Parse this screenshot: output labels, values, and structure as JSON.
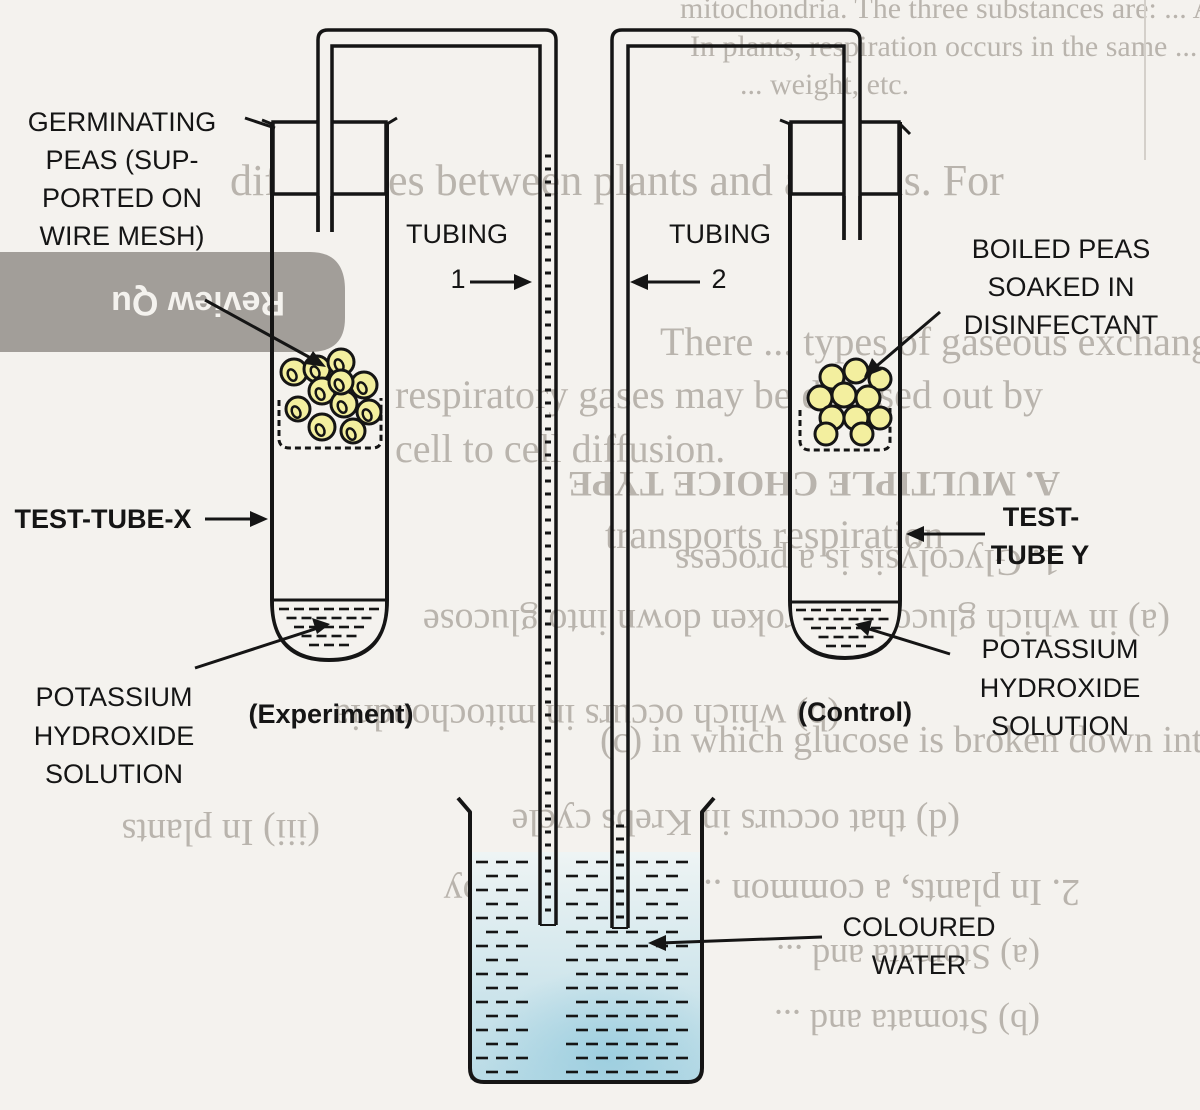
{
  "diagram": {
    "labels": {
      "germinating_peas": [
        "GERMINATING",
        "PEAS (SUP-",
        "PORTED ON",
        "WIRE MESH)"
      ],
      "tubing_1": [
        "TUBING",
        "1"
      ],
      "tubing_2": [
        "TUBING",
        "2"
      ],
      "boiled_peas": [
        "BOILED PEAS",
        "SOAKED IN",
        "DISINFECTANT"
      ],
      "test_tube_x": "TEST-TUBE-X",
      "test_tube_y": [
        "TEST-",
        "TUBE Y"
      ],
      "koh_left": [
        "POTASSIUM",
        "HYDROXIDE",
        "SOLUTION"
      ],
      "koh_right": [
        "POTASSIUM",
        "HYDROXIDE",
        "SOLUTION"
      ],
      "experiment": "(Experiment)",
      "control": "(Control)",
      "coloured_water": [
        "COLOURED",
        "WATER"
      ]
    },
    "colors": {
      "ink": "#151515",
      "pea_fill": "#f3ef9f",
      "water_tint": "#dcecf1",
      "background_text": "#b9b4ad",
      "tab_fill": "#9e9a96"
    }
  },
  "background_page": {
    "top_lines": [
      "mitochondria. The three substances are: ... ADP, ATP, ...",
      "In plants, respiration occurs in the same ... photosynthesis with res",
      "... weight, etc."
    ],
    "mid_line": "differences between plants and animals. For",
    "tab": "Review Qu",
    "lines": [
      "There ... types of gaseous exchange",
      "respiratory gases may be diffused out by",
      "cell to cell diffusion.",
      "A. MULTIPLE CHOICE TYPE",
      "transports respiration",
      "1. Glycolysis is a process",
      "(a) in which glucose is broken down into glucose",
      "(b) which occurs in mitochondria",
      "(c) in which glucose is broken down into ...",
      "(d) that occurs in Krebs cycle",
      "(iii) In plants",
      "2. In plants, a common ... is performed by",
      "(a) Stomata and ...",
      "(b) Stomata and ..."
    ]
  }
}
